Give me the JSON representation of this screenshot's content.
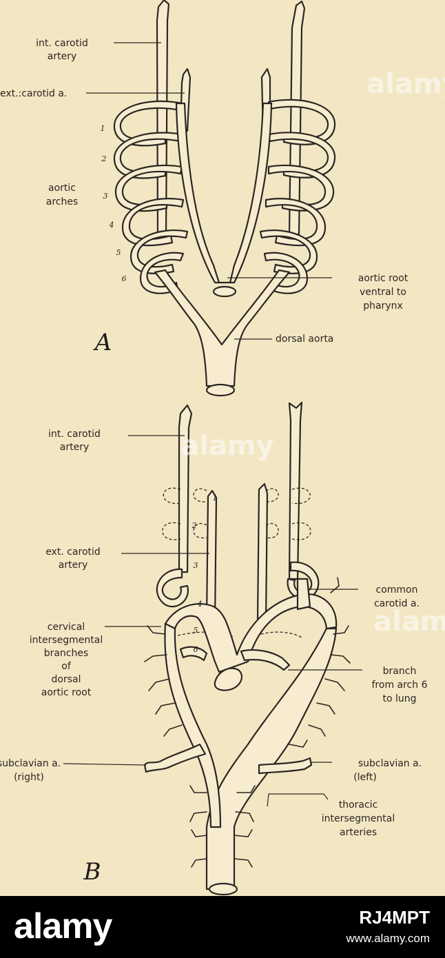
{
  "panel_a": {
    "letter": "A",
    "labels": {
      "int_carotid": [
        "int. carotid",
        "artery"
      ],
      "ext_carotid": "ext.:carotid a.",
      "aortic_arches": [
        "aortic",
        "arches"
      ],
      "aortic_root": [
        "aortic root",
        "ventral to",
        "pharynx"
      ],
      "dorsal_aorta": "dorsal aorta"
    },
    "arch_numbers": [
      "1",
      "2",
      "3",
      "4",
      "5",
      "6"
    ]
  },
  "panel_b": {
    "letter": "B",
    "labels": {
      "int_carotid": [
        "int. carotid",
        "artery"
      ],
      "ext_carotid": [
        "ext. carotid",
        "artery"
      ],
      "common_carotid": [
        "common",
        "carotid a."
      ],
      "cervical": [
        "cervical",
        "intersegmental",
        "branches",
        "of",
        "dorsal",
        "aortic root"
      ],
      "branch_lung": [
        "branch",
        "from arch 6",
        "to lung"
      ],
      "subclavian_right": [
        "subclavian a.",
        "(right)"
      ],
      "subclavian_left": [
        "subclavian a.",
        "(left)"
      ],
      "thoracic": [
        "thoracic",
        "intersegmental",
        "arteries"
      ]
    },
    "arch_numbers": [
      "1",
      "2",
      "3",
      "4",
      "5",
      "6"
    ]
  },
  "watermark": "alamy",
  "footer": {
    "logo": "alamy",
    "image_id": "RJ4MPT",
    "url": "www.alamy.com"
  }
}
